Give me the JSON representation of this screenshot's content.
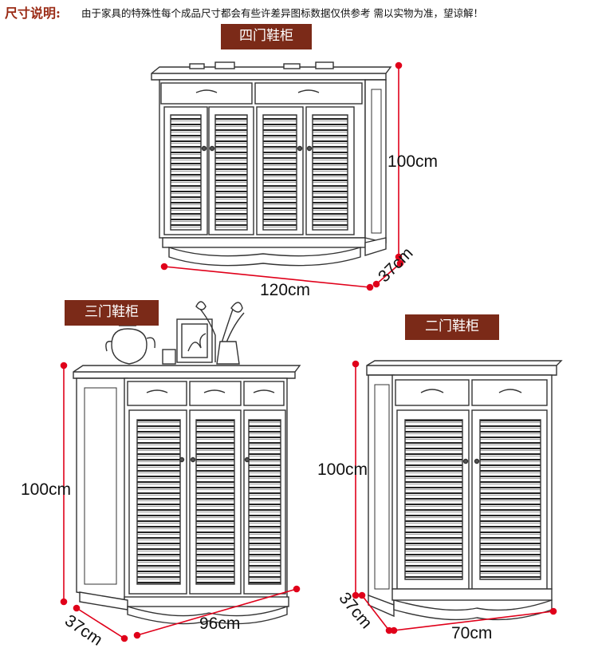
{
  "header": {
    "title": "尺寸说明:",
    "note": "由于家具的特殊性每个成品尺寸都会有些许差异图标数据仅供参考 需以实物为准，望谅解！"
  },
  "cabinets": {
    "four_door": {
      "label": "四门鞋柜",
      "height": "100cm",
      "width": "120cm",
      "depth": "37cm"
    },
    "three_door": {
      "label": "三门鞋柜",
      "height": "100cm",
      "width": "96cm",
      "depth": "37cm"
    },
    "two_door": {
      "label": "二门鞋柜",
      "height": "100cm",
      "width": "70cm",
      "depth": "37cm"
    }
  },
  "colors": {
    "badge": "#7b2a18",
    "title": "#9a2a14",
    "dimension_line": "#e0001a",
    "sketch": "#333333"
  }
}
